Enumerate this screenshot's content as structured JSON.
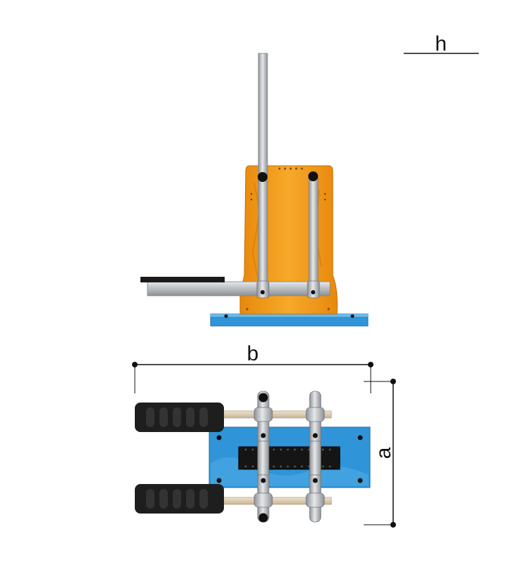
{
  "labels": {
    "height": "h",
    "width": "b",
    "depth": "a"
  },
  "colors": {
    "orange": "#f39a14",
    "blue": "#2f95d8",
    "steel": "#c9ccd0",
    "dark": "#1a1a1a",
    "line": "#111111"
  }
}
